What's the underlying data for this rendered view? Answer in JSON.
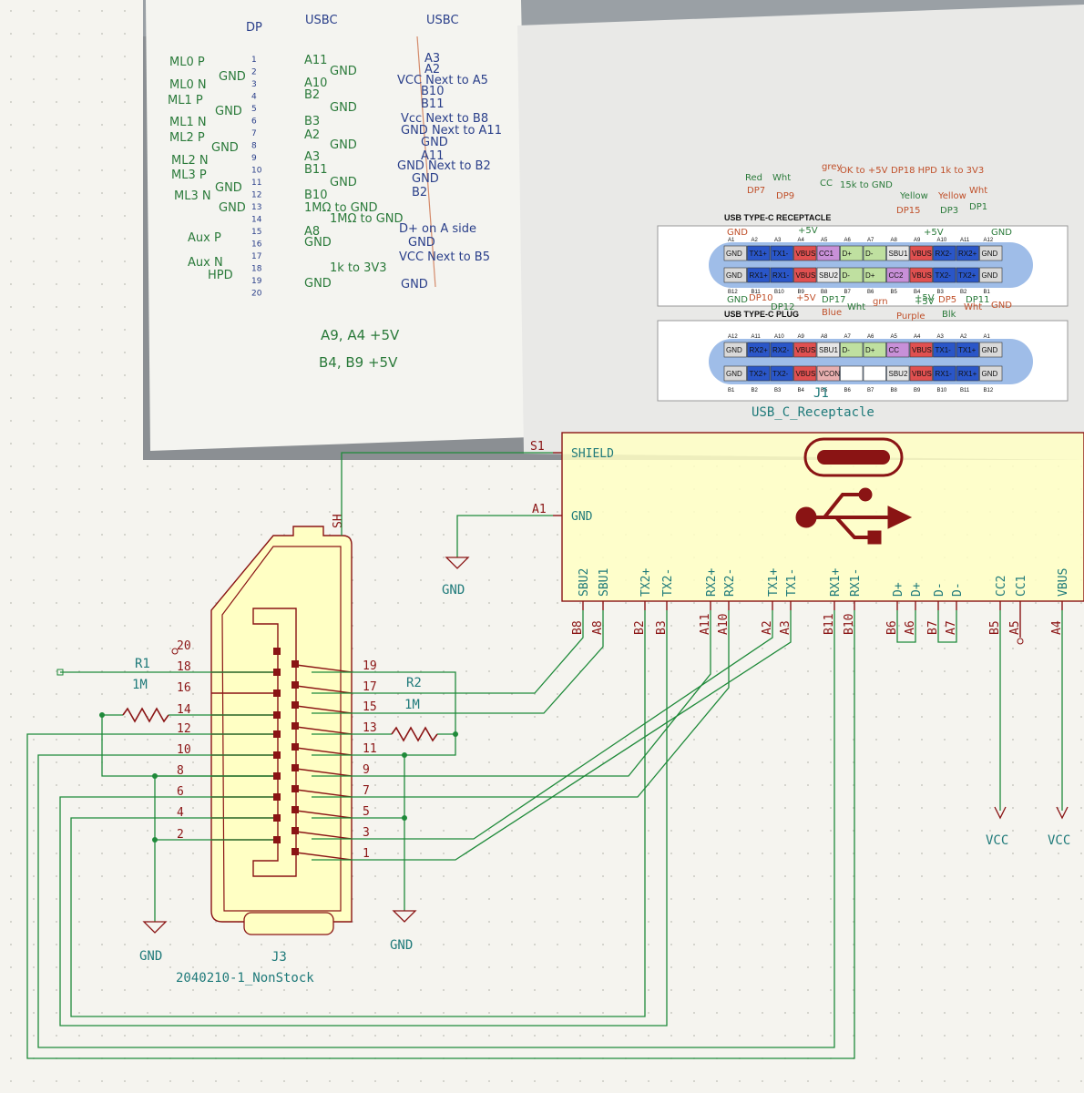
{
  "notes": {
    "headers": [
      "DP",
      "USBC",
      "USBC"
    ],
    "dp_names": [
      "ML0 P",
      "ML0 N",
      "ML1 P",
      "ML1 N",
      "ML2 P",
      "ML2 N",
      "ML3 P",
      "ML3 N",
      "Aux P",
      "Aux N",
      "HPD"
    ],
    "gnd_words": [
      "GND",
      "GND",
      "GND",
      "GND",
      "GND"
    ],
    "dp_pins": [
      "1",
      "2",
      "3",
      "4",
      "5",
      "6",
      "7",
      "8",
      "9",
      "10",
      "11",
      "12",
      "13",
      "14",
      "15",
      "16",
      "17",
      "18",
      "19",
      "20"
    ],
    "usbc_col1": [
      "A11",
      "GND",
      "A10",
      "B2",
      "GND",
      "B3",
      "A2",
      "GND",
      "A3",
      "B11",
      "GND",
      "B10",
      "1MΩ to GND",
      "1MΩ to GND",
      "A8",
      "GND",
      "1k to 3V3",
      "GND"
    ],
    "usbc_col2": [
      "A3",
      "A2",
      "VCC Next to A5",
      "B10",
      "B11",
      "Vcc Next to B8",
      "GND Next to A11",
      "GND",
      "A11",
      "GND Next to B2",
      "GND",
      "B2",
      "D+ on A side",
      "GND",
      "VCC Next to B5",
      "GND"
    ],
    "footer": [
      "A9, A4 +5V",
      "B4, B9 +5V"
    ]
  },
  "pinout": {
    "receptacle_title": "USB TYPE-C RECEPTACLE",
    "plug_title": "USB TYPE-C PLUG",
    "rec_top_nums": [
      "A1",
      "A2",
      "A3",
      "A4",
      "A5",
      "A6",
      "A7",
      "A8",
      "A9",
      "A10",
      "A11",
      "A12"
    ],
    "rec_top": [
      "GND",
      "TX1+",
      "TX1-",
      "VBUS",
      "CC1",
      "D+",
      "D-",
      "SBU1",
      "VBUS",
      "RX2-",
      "RX2+",
      "GND"
    ],
    "rec_bot": [
      "GND",
      "RX1+",
      "RX1-",
      "VBUS",
      "SBU2",
      "D-",
      "D+",
      "CC2",
      "VBUS",
      "TX2-",
      "TX2+",
      "GND"
    ],
    "rec_bot_nums": [
      "B12",
      "B11",
      "B10",
      "B9",
      "B8",
      "B7",
      "B6",
      "B5",
      "B4",
      "B3",
      "B2",
      "B1"
    ],
    "plug_top_nums": [
      "A12",
      "A11",
      "A10",
      "A9",
      "A8",
      "A7",
      "A6",
      "A5",
      "A4",
      "A3",
      "A2",
      "A1"
    ],
    "plug_top": [
      "GND",
      "RX2+",
      "RX2-",
      "VBUS",
      "SBU1",
      "D-",
      "D+",
      "CC",
      "VBUS",
      "TX1-",
      "TX1+",
      "GND"
    ],
    "plug_bot": [
      "GND",
      "TX2+",
      "TX2-",
      "VBUS",
      "VCONN",
      "",
      "",
      "SBU2",
      "VBUS",
      "RX1-",
      "RX1+",
      "GND"
    ],
    "plug_bot_nums": [
      "B1",
      "B2",
      "B3",
      "B4",
      "B5",
      "B6",
      "B7",
      "B8",
      "B9",
      "B10",
      "B11",
      "B12"
    ],
    "annotations_top": [
      "Red",
      "DP7",
      "Wht",
      "DP9",
      "+5V",
      "grey",
      "CC",
      "OK to +5V",
      "15k to GND",
      "DP18 HPD 1k to 3V3",
      "Yellow",
      "DP15",
      "+5V",
      "Yellow",
      "DP3",
      "Wht",
      "DP1",
      "GND",
      "GND"
    ],
    "annotations_bot": [
      "GND",
      "DP10",
      "DP12",
      "+5V",
      "DP17",
      "Blue",
      "Wht",
      "grn",
      "+5V",
      "Purple",
      "+5V",
      "DP5",
      "Blk",
      "Wht",
      "DP11",
      "GND"
    ]
  },
  "j1": {
    "ref": "J1",
    "value": "USB_C_Receptacle",
    "left_pins": [
      {
        "num": "S1",
        "name": "SHIELD"
      },
      {
        "num": "A1",
        "name": "GND"
      }
    ],
    "bottom_pins": [
      {
        "num": "B8",
        "name": "SBU2"
      },
      {
        "num": "A8",
        "name": "SBU1"
      },
      {
        "num": "B2",
        "name": "TX2+"
      },
      {
        "num": "B3",
        "name": "TX2-"
      },
      {
        "num": "A11",
        "name": "RX2+"
      },
      {
        "num": "A10",
        "name": "RX2-"
      },
      {
        "num": "A2",
        "name": "TX1+"
      },
      {
        "num": "A3",
        "name": "TX1-"
      },
      {
        "num": "B11",
        "name": "RX1+"
      },
      {
        "num": "B10",
        "name": "RX1-"
      },
      {
        "num": "B6",
        "name": "D+"
      },
      {
        "num": "A6",
        "name": "D+"
      },
      {
        "num": "B7",
        "name": "D-"
      },
      {
        "num": "A7",
        "name": "D-"
      },
      {
        "num": "B5",
        "name": "CC2"
      },
      {
        "num": "A5",
        "name": "CC1"
      },
      {
        "num": "A4",
        "name": "VBUS"
      }
    ]
  },
  "j3": {
    "ref": "J3",
    "value": "2040210-1_NonStock",
    "sh_label": "SH",
    "left_pins": [
      "20",
      "18",
      "16",
      "14",
      "12",
      "10",
      "8",
      "6",
      "4",
      "2"
    ],
    "right_pins": [
      "19",
      "17",
      "15",
      "13",
      "11",
      "9",
      "7",
      "5",
      "3",
      "1"
    ]
  },
  "r1": {
    "ref": "R1",
    "value": "1M"
  },
  "r2": {
    "ref": "R2",
    "value": "1M"
  },
  "power": {
    "gnd": "GND",
    "vcc": "VCC"
  }
}
